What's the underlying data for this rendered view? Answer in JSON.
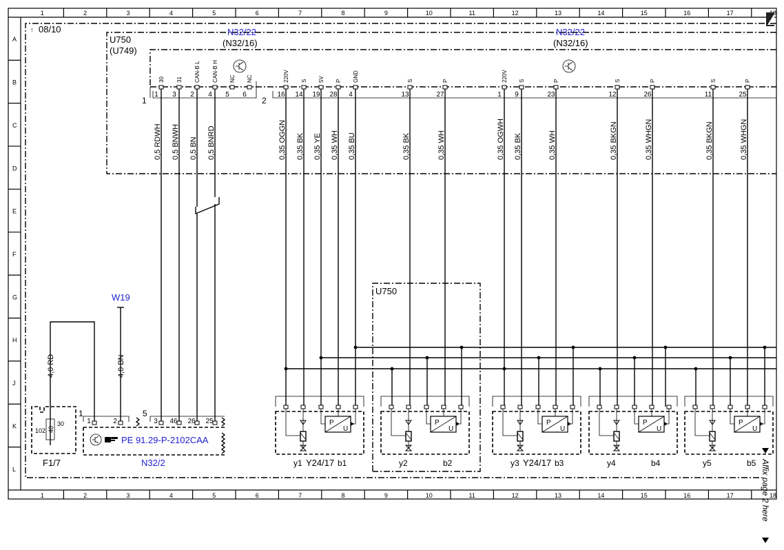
{
  "grid": {
    "columns": [
      "1",
      "2",
      "3",
      "4",
      "5",
      "6",
      "7",
      "8",
      "9",
      "10",
      "11",
      "12",
      "13",
      "14",
      "15",
      "16",
      "17",
      "18"
    ],
    "rows": [
      "A",
      "B",
      "C",
      "D",
      "E",
      "F",
      "G",
      "H",
      "J",
      "K",
      "L"
    ]
  },
  "header": {
    "page_ref": "08/10"
  },
  "modules": {
    "u750_top": "U750",
    "u749": "(U749)",
    "n32_22_left": "N32/22",
    "n32_16_left": "(N32/16)",
    "n32_22_right": "N32/22",
    "n32_16_right": "(N32/16)",
    "connector_1": "1",
    "connector_2": "2",
    "u750_lower": "U750"
  },
  "top_pins_left": [
    {
      "name": "30",
      "num": "1"
    },
    {
      "name": "31",
      "num": "3"
    },
    {
      "name": "CAN-B L",
      "num": "2"
    },
    {
      "name": "CAN-B H",
      "num": "4"
    },
    {
      "name": "NC",
      "num": "5"
    },
    {
      "name": "NC",
      "num": "6"
    }
  ],
  "top_pins_right": [
    {
      "name": "220V",
      "num": "16"
    },
    {
      "name": "S",
      "num": "14"
    },
    {
      "name": "5V",
      "num": "19"
    },
    {
      "name": "P",
      "num": "28"
    },
    {
      "name": "GND",
      "num": "4"
    },
    {
      "name": "S",
      "num": "13"
    },
    {
      "name": "P",
      "num": "27"
    },
    {
      "name": "220V",
      "num": "1"
    },
    {
      "name": "S",
      "num": "9"
    },
    {
      "name": "P",
      "num": "23"
    },
    {
      "name": "S",
      "num": "12"
    },
    {
      "name": "P",
      "num": "26"
    },
    {
      "name": "S",
      "num": "11"
    },
    {
      "name": "P",
      "num": "25"
    }
  ],
  "wire_labels": [
    "0,5 RDWH",
    "0,5 BNWH",
    "0,5 BN",
    "0,5 BNRD",
    "0,35 OGGN",
    "0,35 BK",
    "0,35 YE",
    "0,35 WH",
    "0,35 BU",
    "0,35 BK",
    "0,35 WH",
    "0,35 OGWH",
    "0,35 BK",
    "0,35 WH",
    "0,35 BKGN",
    "0,35 WHGN",
    "0,35 BKGN",
    "0,35 WHGN"
  ],
  "lower_left": {
    "w19": "W19",
    "wire_rd": "4,0 RD",
    "wire_bn": "4,0 BN",
    "fuse_id": "F1/7",
    "fuse_num": "102",
    "fuse_amp": "40",
    "fuse_pin": "30",
    "n32_2": "N32/2",
    "pe_ref": "PE 91.29-P-2102CAA",
    "conn_1": "1",
    "conn_5": "5",
    "pins_a": [
      "1",
      "2"
    ],
    "pins_b": [
      "3",
      "46",
      "26",
      "25"
    ]
  },
  "valves": [
    {
      "y": "y1",
      "group": "Y24/17",
      "b": "b1"
    },
    {
      "y": "y2",
      "group": "",
      "b": "b2"
    },
    {
      "y": "y3",
      "group": "Y24/17",
      "b": "b3"
    },
    {
      "y": "y4",
      "group": "",
      "b": "b4"
    },
    {
      "y": "y5",
      "group": "",
      "b": "b5"
    }
  ],
  "sensor_text": {
    "p": "P",
    "u": "U"
  },
  "affix_note": "Affix page 2 here"
}
